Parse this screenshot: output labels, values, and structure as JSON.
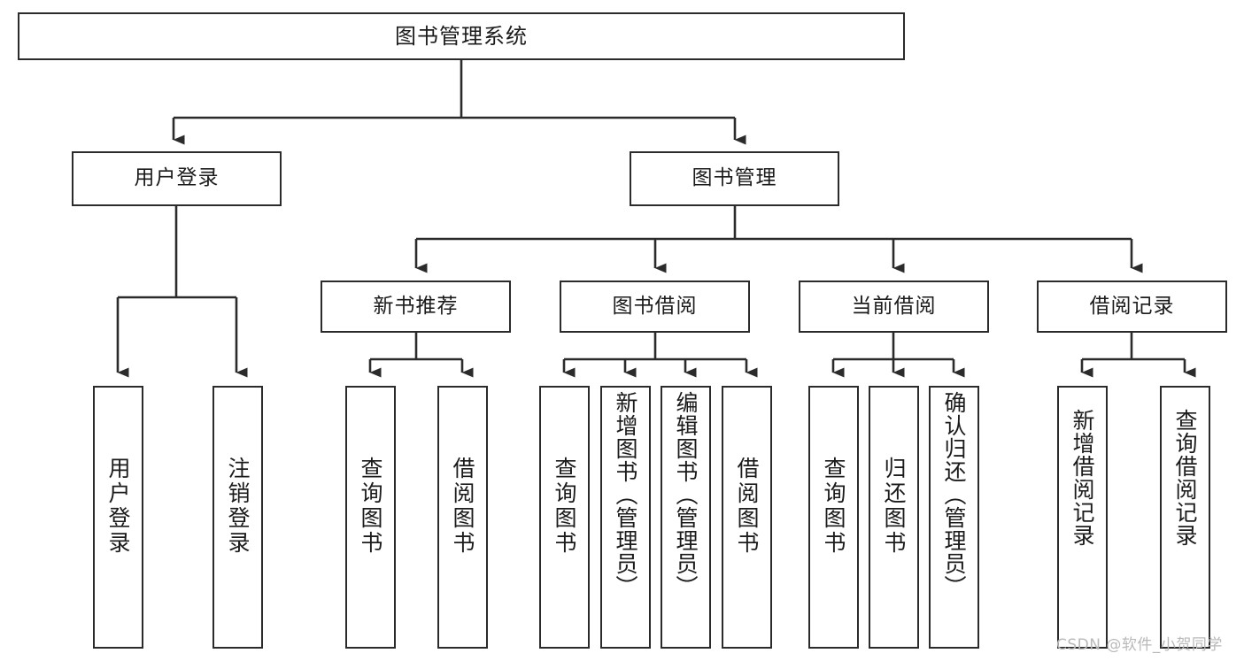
{
  "diagram": {
    "title": "图书管理系统",
    "type": "tree",
    "orientation": "top-down",
    "colors": {
      "box_border": "#2b2b2b",
      "box_fill": "#ffffff",
      "line": "#2b2b2b",
      "text": "#1b1b1b",
      "watermark": "#b9b9b9",
      "background": "#ffffff"
    },
    "root": {
      "id": "root",
      "label": "图书管理系统"
    },
    "level1": [
      {
        "id": "user-login",
        "label": "用户登录"
      },
      {
        "id": "book-manage",
        "label": "图书管理"
      }
    ],
    "level2": [
      {
        "id": "new-book-recommend",
        "label": "新书推荐",
        "parent": "book-manage"
      },
      {
        "id": "book-borrow",
        "label": "图书借阅",
        "parent": "book-manage"
      },
      {
        "id": "current-borrow",
        "label": "当前借阅",
        "parent": "book-manage"
      },
      {
        "id": "borrow-record",
        "label": "借阅记录",
        "parent": "book-manage"
      }
    ],
    "leaves": [
      {
        "id": "leaf-user-login",
        "label": "用户登录",
        "parent": "user-login"
      },
      {
        "id": "leaf-logout-login",
        "label": "注销登录",
        "parent": "user-login"
      },
      {
        "id": "leaf-query-book-1",
        "label": "查询图书",
        "parent": "new-book-recommend"
      },
      {
        "id": "leaf-borrow-book-1",
        "label": "借阅图书",
        "parent": "new-book-recommend"
      },
      {
        "id": "leaf-query-book-2",
        "label": "查询图书",
        "parent": "book-borrow"
      },
      {
        "id": "leaf-add-book",
        "label": "新增图书（管理员）",
        "parent": "book-borrow"
      },
      {
        "id": "leaf-edit-book",
        "label": "编辑图书（管理员）",
        "parent": "book-borrow"
      },
      {
        "id": "leaf-borrow-book-2",
        "label": "借阅图书",
        "parent": "book-borrow"
      },
      {
        "id": "leaf-query-book-3",
        "label": "查询图书",
        "parent": "current-borrow"
      },
      {
        "id": "leaf-return-book",
        "label": "归还图书",
        "parent": "current-borrow"
      },
      {
        "id": "leaf-confirm-return",
        "label": "确认归还（管理员）",
        "parent": "current-borrow"
      },
      {
        "id": "leaf-add-record",
        "label": "新增借阅记录",
        "parent": "borrow-record"
      },
      {
        "id": "leaf-query-record",
        "label": "查询借阅记录",
        "parent": "borrow-record"
      }
    ],
    "watermark": "CSDN @软件_小贺同学"
  }
}
